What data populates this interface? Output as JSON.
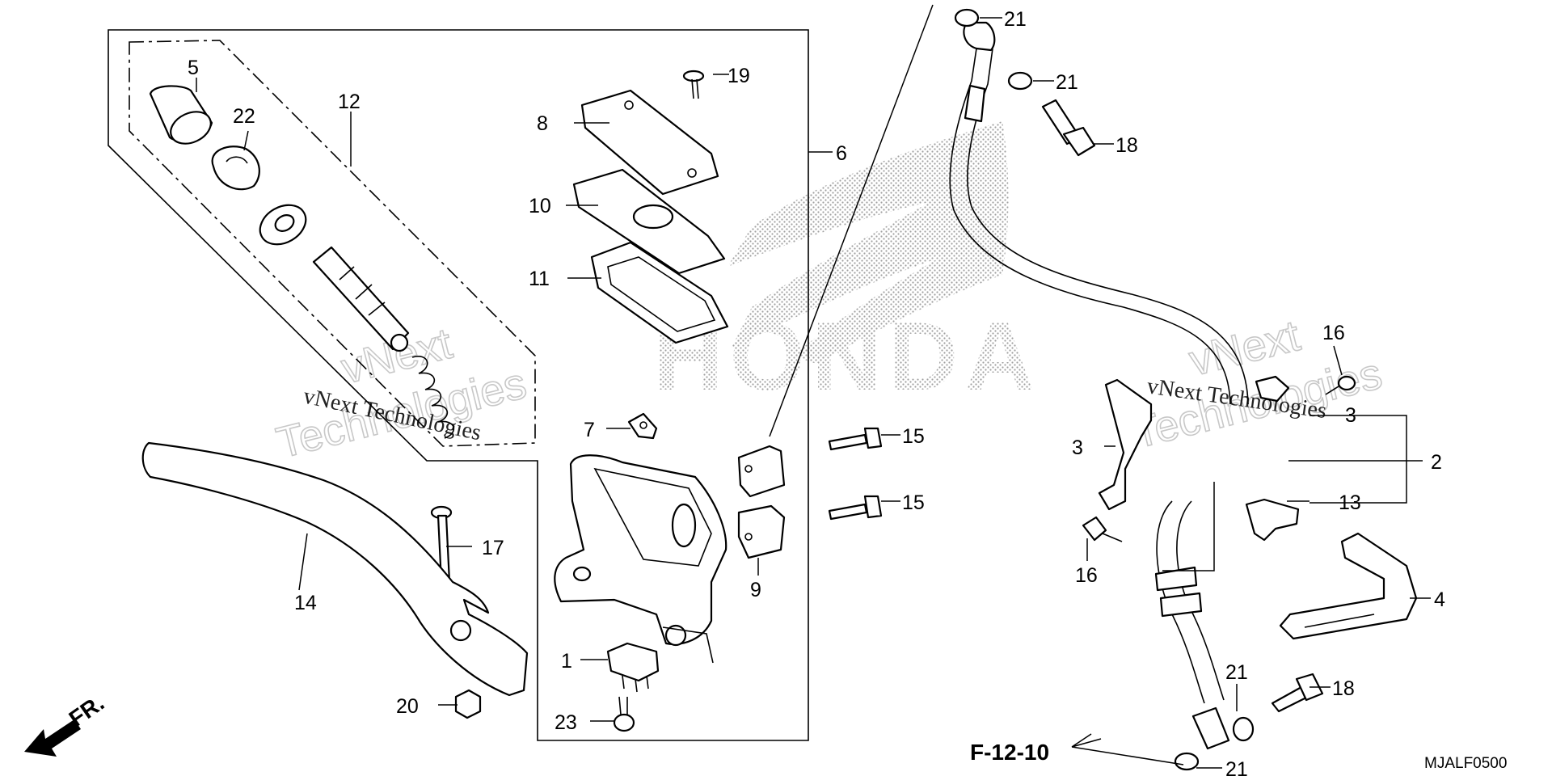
{
  "diagram": {
    "callouts": {
      "c1": "1",
      "c2": "2",
      "c3a": "3",
      "c3b": "3",
      "c4": "4",
      "c5": "5",
      "c6": "6",
      "c7": "7",
      "c8": "8",
      "c9": "9",
      "c10": "10",
      "c11": "11",
      "c12": "12",
      "c13a": "13",
      "c13b": "13",
      "c14": "14",
      "c15a": "15",
      "c15b": "15",
      "c16a": "16",
      "c16b": "16",
      "c17": "17",
      "c18a": "18",
      "c18b": "18",
      "c19": "19",
      "c20": "20",
      "c21a": "21",
      "c21b": "21",
      "c21c": "21",
      "c21d": "21",
      "c22": "22",
      "c23": "23"
    },
    "front_indicator": "FR.",
    "section_reference": "F-12-10",
    "diagram_code": "MJALF0500",
    "logo_text": "HONDA",
    "watermark_main": "vNext Technologies",
    "watermark_line1": "vNext",
    "watermark_line2": "Technologies"
  },
  "colors": {
    "line": "#000000",
    "background": "#ffffff",
    "watermark": "#c8c8c8",
    "logo_dots": "#a0a0a0"
  }
}
